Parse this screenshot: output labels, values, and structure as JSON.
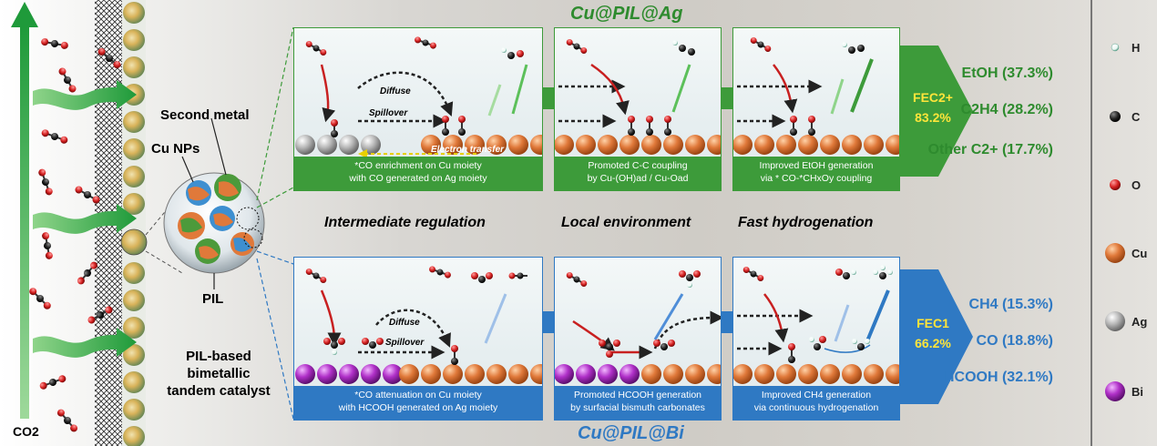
{
  "left": {
    "co2_label": "CO2",
    "second_metal_label": "Second metal",
    "cu_nps_label": "Cu NPs",
    "pil_label": "PIL",
    "catalyst_label_lines": [
      "PIL-based",
      "bimetallic",
      "tandem catalyst"
    ]
  },
  "top": {
    "title": "Cu@PIL@Ag",
    "panel1": {
      "diffuse": "Diffuse",
      "spillover": "Spillover",
      "electron_transfer": "Electron transfer",
      "caption_line1": "*CO enrichment on Cu moiety",
      "caption_line2": "with CO generated on Ag moiety"
    },
    "panel2": {
      "caption_line1": "Promoted C-C coupling",
      "caption_line2": "by Cu-(OH)ad / Cu-Oad"
    },
    "panel3": {
      "caption_line1": "Improved EtOH generation",
      "caption_line2": "via * CO-*CHxOy coupling"
    },
    "fe_label": "FEC2+",
    "fe_value": "83.2%",
    "products": [
      "EtOH (37.3%)",
      "C2H4 (28.2%)",
      "Other C2+ (17.7%)"
    ]
  },
  "middle": {
    "labels": [
      "Intermediate regulation",
      "Local environment",
      "Fast hydrogenation"
    ]
  },
  "bottom": {
    "title": "Cu@PIL@Bi",
    "panel1": {
      "diffuse": "Diffuse",
      "spillover": "Spillover",
      "caption_line1": "*CO attenuation on Cu moiety",
      "caption_line2": "with HCOOH generated on Ag moiety"
    },
    "panel2": {
      "caption_line1": "Promoted HCOOH generation",
      "caption_line2": "by surfacial bismuth carbonates"
    },
    "panel3": {
      "caption_line1": "Improved CH4 generation",
      "caption_line2": "via continuous hydrogenation"
    },
    "fe_label": "FEC1",
    "fe_value": "66.2%",
    "products": [
      "CH4 (15.3%)",
      "CO (18.8%)",
      "HCOOH (32.1%)"
    ]
  },
  "legend": [
    {
      "label": "H",
      "color": "#e8f6f2",
      "icon": "hydrogen-atom"
    },
    {
      "label": "C",
      "color": "#222222",
      "icon": "carbon-atom"
    },
    {
      "label": "O",
      "color": "#d42020",
      "icon": "oxygen-atom"
    },
    {
      "label": "Cu",
      "color": "#e0793a",
      "icon": "copper-atom"
    },
    {
      "label": "Ag",
      "color": "#b8b8b8",
      "icon": "silver-atom"
    },
    {
      "label": "Bi",
      "color": "#b030c8",
      "icon": "bismuth-atom"
    }
  ],
  "colors": {
    "green": "#3d9b3a",
    "blue": "#2f79c3",
    "title_green": "#2e8b2e",
    "title_blue": "#2f79c3",
    "fe_yellow": "#ffe53a"
  }
}
